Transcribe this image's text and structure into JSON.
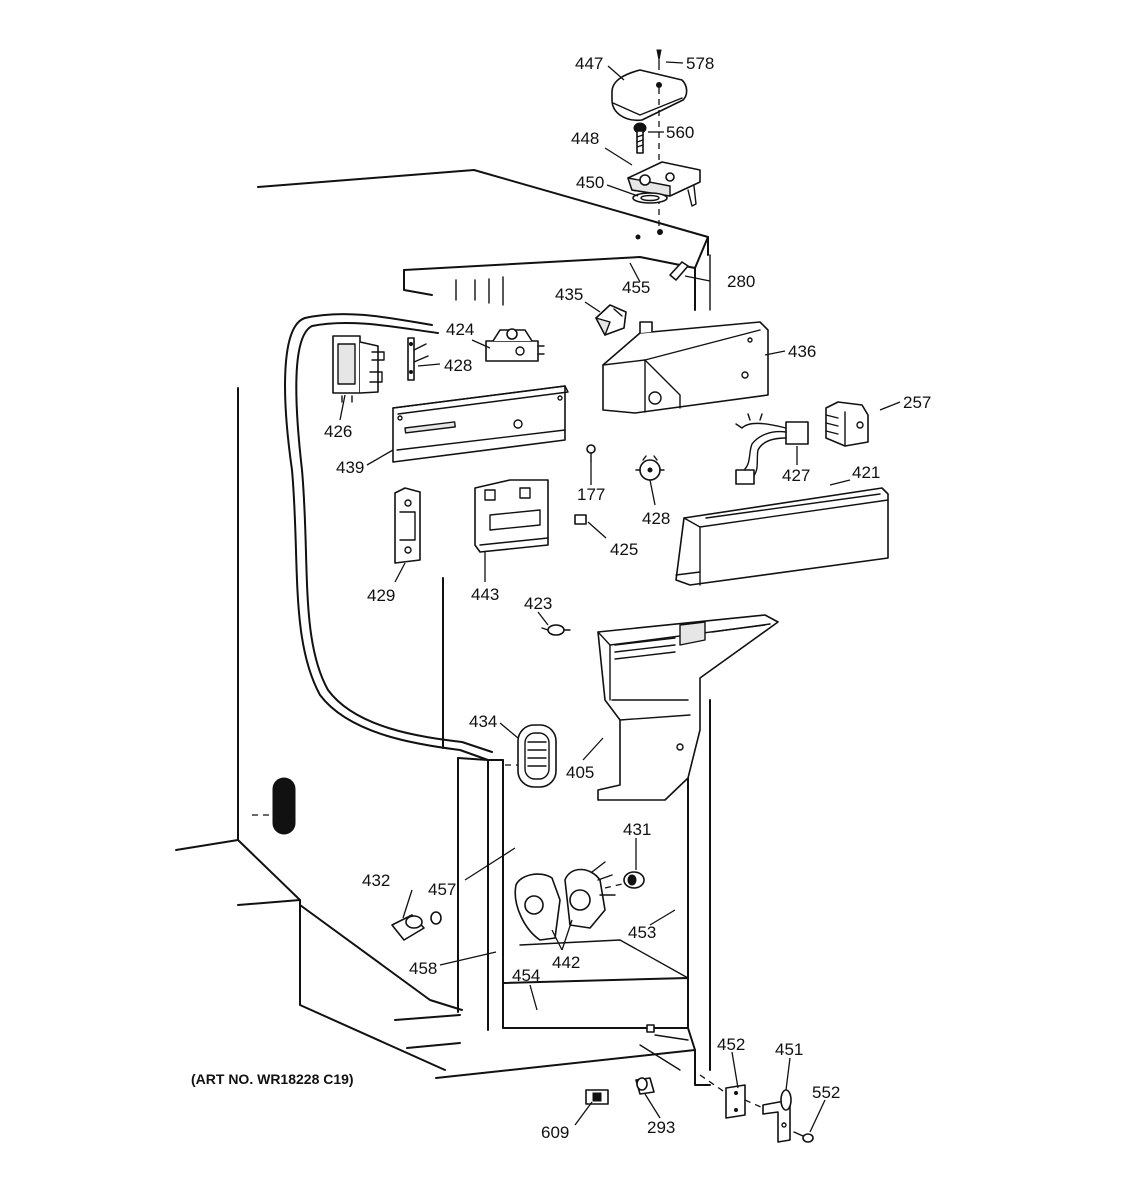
{
  "art_number": "(ART NO. WR18228 C19)",
  "callouts": [
    "578",
    "447",
    "560",
    "448",
    "450",
    "455",
    "280",
    "435",
    "424",
    "428",
    "436",
    "426",
    "439",
    "257",
    "177",
    "427",
    "421",
    "428",
    "425",
    "429",
    "443",
    "423",
    "434",
    "405",
    "431",
    "432",
    "457",
    "453",
    "442",
    "458",
    "454",
    "452",
    "451",
    "552",
    "609",
    "293"
  ]
}
